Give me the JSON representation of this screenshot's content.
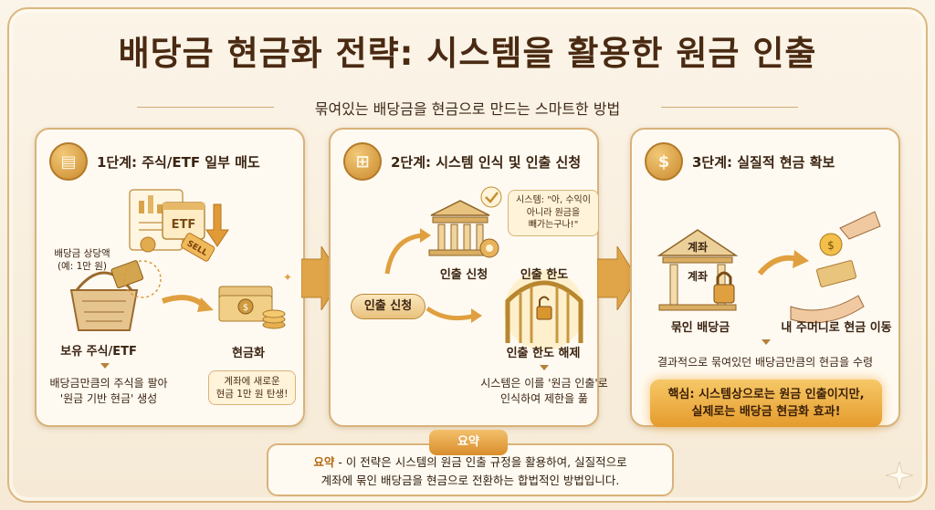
{
  "title": "배당금 현금화 전략: 시스템을 활용한 원금 인출",
  "subtitle": "묶여있는 배당금을 현금으로 만드는 스마트한 방법",
  "steps": [
    {
      "heading": "1단계: 주식/ETF 일부 매도",
      "icon": "coins-icon",
      "amount_label": "배당금 상당액\n(예: 1만 원)",
      "etf_text": "ETF",
      "sell_text": "SELL",
      "basket_label": "보유 주식/ETF",
      "cash_label": "현금화",
      "cash_note": "계좌에 새로운\n현금 1만 원 탄생!",
      "desc": "배당금만큼의 주식을 팔아\n'원금 기반 현금' 생성"
    },
    {
      "heading": "2단계: 시스템 인식 및 인출 신청",
      "icon": "network-icon",
      "bubble": "시스템: \"아, 수익이\n아니라 원금을\n빼가는구나!\"",
      "request_pill": "인출 신청",
      "bank_label": "인출 신청",
      "limit_label": "인출 한도",
      "unlock_label": "인출 한도 해제",
      "desc": "시스템은 이를 '원금 인출'로\n인식하여 제한을 풂"
    },
    {
      "heading": "3단계: 실질적 현금 확보",
      "icon": "hand-coin-icon",
      "account_label": "계좌",
      "vault_label": "계좌",
      "locked_label": "묶인 배당금",
      "pocket_label": "내 주머니로 현금 이동",
      "desc": "결과적으로 묶여있던 배당금만큼의 현금을 수령",
      "key_note": "핵심: 시스템상으로는 원금 인출이지만,\n실제로는 배당금 현금화 효과!"
    }
  ],
  "summary": {
    "tab": "요약",
    "lead": "요약",
    "line1": " - 이 전략은 시스템의 원금 인출 규정을 활용하여, 실질적으로",
    "line2": "계좌에 묶인 배당금을 현금으로 전환하는 합법적인 방법입니다."
  },
  "colors": {
    "accent": "#d9962f",
    "border": "#d9b27a",
    "text": "#3b2412"
  }
}
